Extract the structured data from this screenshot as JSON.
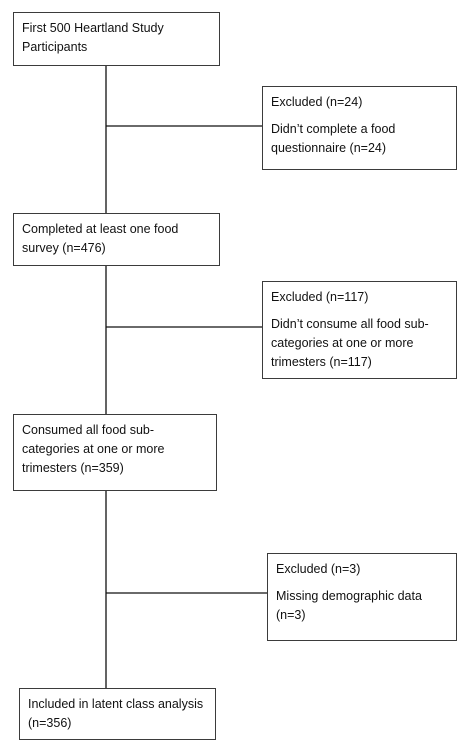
{
  "flowchart": {
    "main_boxes": [
      {
        "text": "First 500 Heartland Study Participants"
      },
      {
        "text": "Completed at least one food survey (n=476)"
      },
      {
        "text": "Consumed all food sub-categories at one or more trimesters (n=359)"
      },
      {
        "text": "Included in latent class analysis (n=356)"
      }
    ],
    "exclusions": [
      {
        "title": "Excluded (n=24)",
        "reason": "Didn’t complete a food questionnaire (n=24)"
      },
      {
        "title": "Excluded (n=117)",
        "reason": "Didn’t consume all food sub-categories at one or more trimesters (n=117)"
      },
      {
        "title": "Excluded (n=3)",
        "reason": "Missing demographic data (n=3)"
      }
    ]
  }
}
